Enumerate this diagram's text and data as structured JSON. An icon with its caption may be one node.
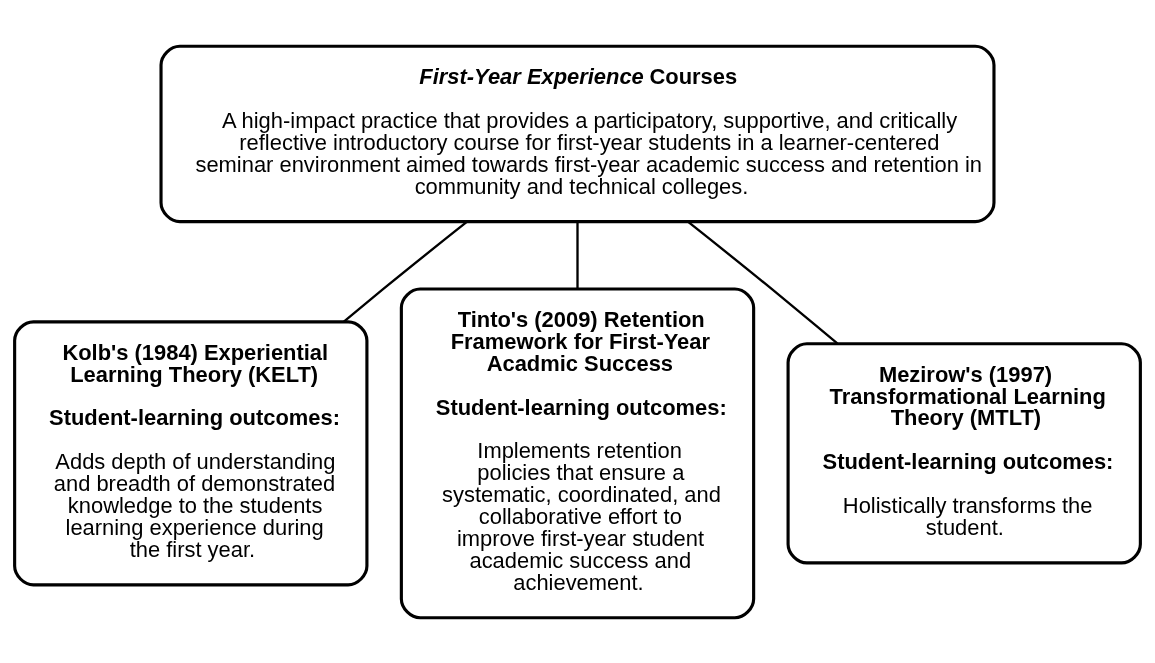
{
  "diagram": {
    "nodes": [
      {
        "text": [
          "*First-Year Experience* Courses",
          "A high-impact practice that provides a participatory, supportive, and critically reflective introductory course for first-year students in a learner-centered seminar environment aimed towards first-year academic success and retention in community and technical colleges."
        ]
      },
      {
        "text": [
          "Kolb's (1984) Experiential Learning Theory (KELT)",
          "Student-learning outcomes:",
          "Adds depth of understanding and breadth of demonstrated knowledge to the students learning experience during the first year."
        ]
      },
      {
        "text": [
          "Tinto's (2009) Retention Framework for First-Year Acadmic Success",
          "Student-learning outcomes:",
          "Implements retention policies that ensure a systematic, coordinated, and collaborative effort to improve first-year student academic success and achievement."
        ]
      },
      {
        "text": [
          "Mezirow's (1997) Transformational Learning Theory (MTLT)",
          "Student-learning outcomes:",
          "Holistically transforms the student."
        ]
      }
    ],
    "edges": [
      {
        "from": 0,
        "to": 1,
        "arrow": "none"
      },
      {
        "from": 0,
        "to": 2,
        "arrow": "none"
      },
      {
        "from": 0,
        "to": 3,
        "arrow": "none"
      }
    ]
  }
}
